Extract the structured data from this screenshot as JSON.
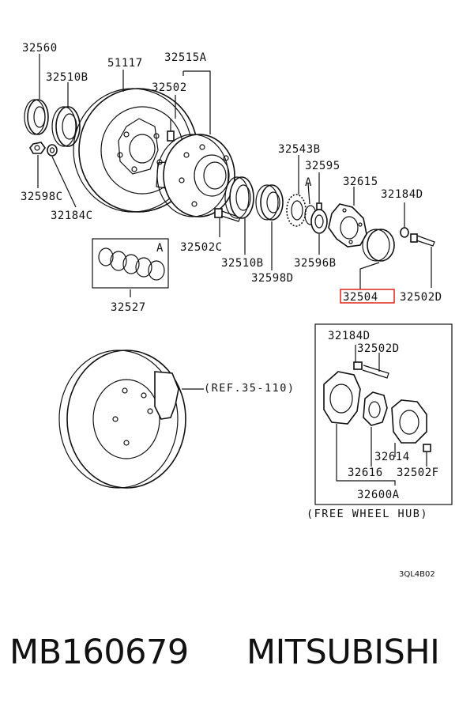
{
  "labels": {
    "l32560": "32560",
    "l51117": "51117",
    "l32515A": "32515A",
    "l32510B_top": "32510B",
    "l32502": "32502",
    "l32598C": "32598C",
    "l32184C": "32184C",
    "l32543B": "32543B",
    "l32595": "32595",
    "l32615": "32615",
    "l32184D_top": "32184D",
    "lA_top": "A",
    "l32502C": "32502C",
    "l32510B_bot": "32510B",
    "l32598D": "32598D",
    "l32596B": "32596B",
    "lA_box": "A",
    "l32527": "32527",
    "l32504": "32504",
    "l32502D": "32502D",
    "l32184D_inset": "32184D",
    "l32502D_inset": "32502D",
    "l32614": "32614",
    "l32616": "32616",
    "l32502F": "32502F",
    "l32600A": "32600A",
    "ref_note": "(REF.35-110)",
    "free_wheel": "(FREE WHEEL HUB)",
    "diagram_code": "3QL4B02"
  },
  "highlight": {
    "part": "32504",
    "color": "#e0241b"
  },
  "footer": {
    "part_number": "MB160679",
    "brand": "MITSUBISHI"
  }
}
